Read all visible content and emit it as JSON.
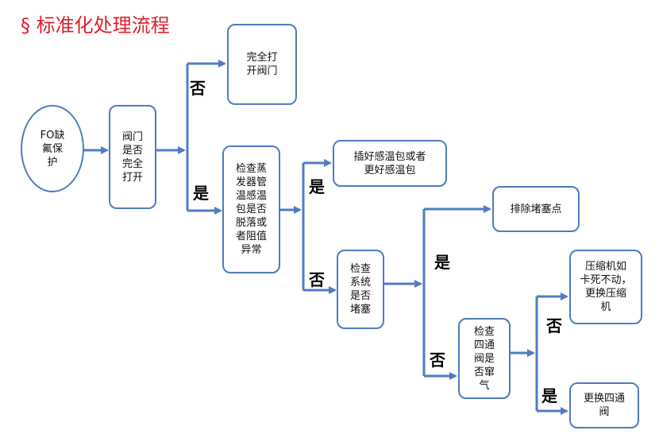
{
  "title": "§ 标准化处理流程",
  "nodes": {
    "start": "FO缺\n氟保\n护",
    "valve": "阀门\n是否\n完全\n打开",
    "open_valve": "完全打\n开阀门",
    "check_bulb": "检查蒸\n发器管\n温感温\n包是否\n脱落或\n者阻值\n异常",
    "replace_bulb": "插好感温包或者\n更好感温包",
    "check_block": "检查\n系统\n是否\n堵塞",
    "remove_block": "排除堵塞点",
    "check_4way": "检查\n四通\n阀是\n否窜\n气",
    "compressor": "压缩机如\n卡死不动，\n更换压缩\n机",
    "replace_4way": "更换四通\n阀"
  },
  "labels": {
    "valve_no": "否",
    "valve_yes": "是",
    "bulb_yes": "是",
    "bulb_no": "否",
    "block_yes": "是",
    "block_no": "否",
    "fourway_no": "否",
    "fourway_yes": "是"
  },
  "colors": {
    "line": "#4f7cc0",
    "title": "#e0202a"
  }
}
